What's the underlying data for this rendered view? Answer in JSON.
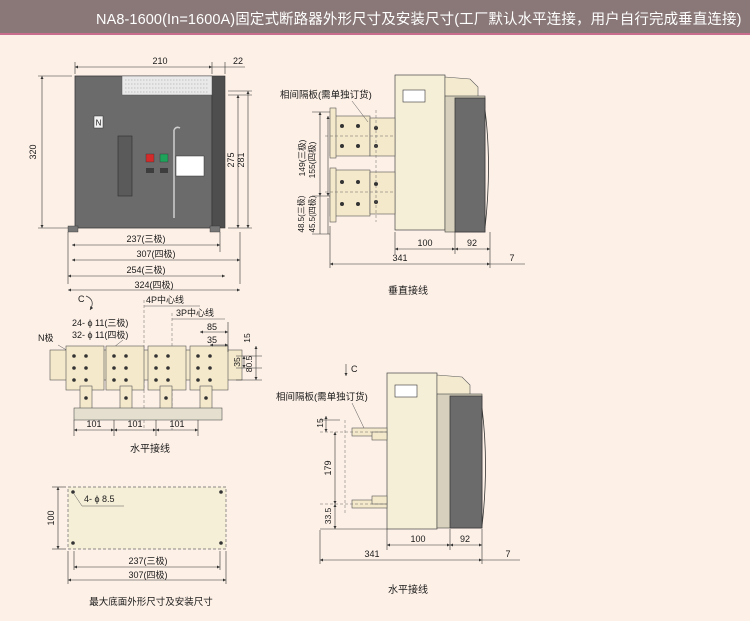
{
  "header": {
    "title": "NA8-1600(In=1600A)固定式断路器外形尺寸及安装尺寸(工厂默认水平连接，用户自行完成垂直连接)"
  },
  "front_view": {
    "dim_top": "210",
    "dim_top_right": "22",
    "dim_left": "320",
    "dim_right_1": "275",
    "dim_right_2": "281",
    "dim_b1": "237(三极)",
    "dim_b2": "307(四极)",
    "dim_b3": "254(三极)",
    "dim_b4": "324(四极)",
    "badge": "N"
  },
  "vertical_view": {
    "callout": "相间隔板(需单独订货)",
    "d149": "149(三极)",
    "d155": "155(四极)",
    "d485": "48.5(三极)",
    "d455": "45.5(四极)",
    "d100": "100",
    "d92": "92",
    "d341": "341",
    "d7": "7",
    "caption": "垂直接线"
  },
  "terminal_view": {
    "c_label": "C",
    "holes_3p": "24- ϕ 11(三极)",
    "holes_4p": "32- ϕ 11(四极)",
    "n_pole": "N极",
    "center_4p": "4P中心线",
    "center_3p": "3P中心线",
    "d85": "85",
    "d35a": "35",
    "d15": "15",
    "d35b": "35",
    "d805": "80.5",
    "d101a": "101",
    "d101b": "101",
    "d101c": "101",
    "caption": "水平接线"
  },
  "horizontal_view": {
    "c_label": "C",
    "callout": "相间隔板(需单独订货)",
    "d15": "15",
    "d179": "179",
    "d335": "33.5",
    "d100": "100",
    "d92": "92",
    "d341": "341",
    "d7": "7",
    "caption": "水平接线"
  },
  "base_view": {
    "holes": "4- ϕ 8.5",
    "d100": "100",
    "d237": "237(三极)",
    "d307": "307(四极)",
    "caption": "最大底面外形尺寸及安装尺寸"
  }
}
